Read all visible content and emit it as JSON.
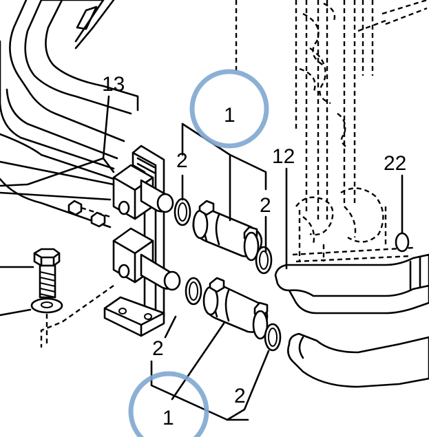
{
  "colors": {
    "highlight": "#7fa7d0",
    "line": "#000000",
    "background": "#ffffff"
  },
  "callouts": {
    "hose_top": "1",
    "hose_bottom": "1",
    "clamp_top_left": "2",
    "clamp_top_right": "2",
    "clamp_bottom_left": "2",
    "clamp_bottom_right": "2",
    "bracket": "13",
    "pipe": "12",
    "ring": "22"
  }
}
